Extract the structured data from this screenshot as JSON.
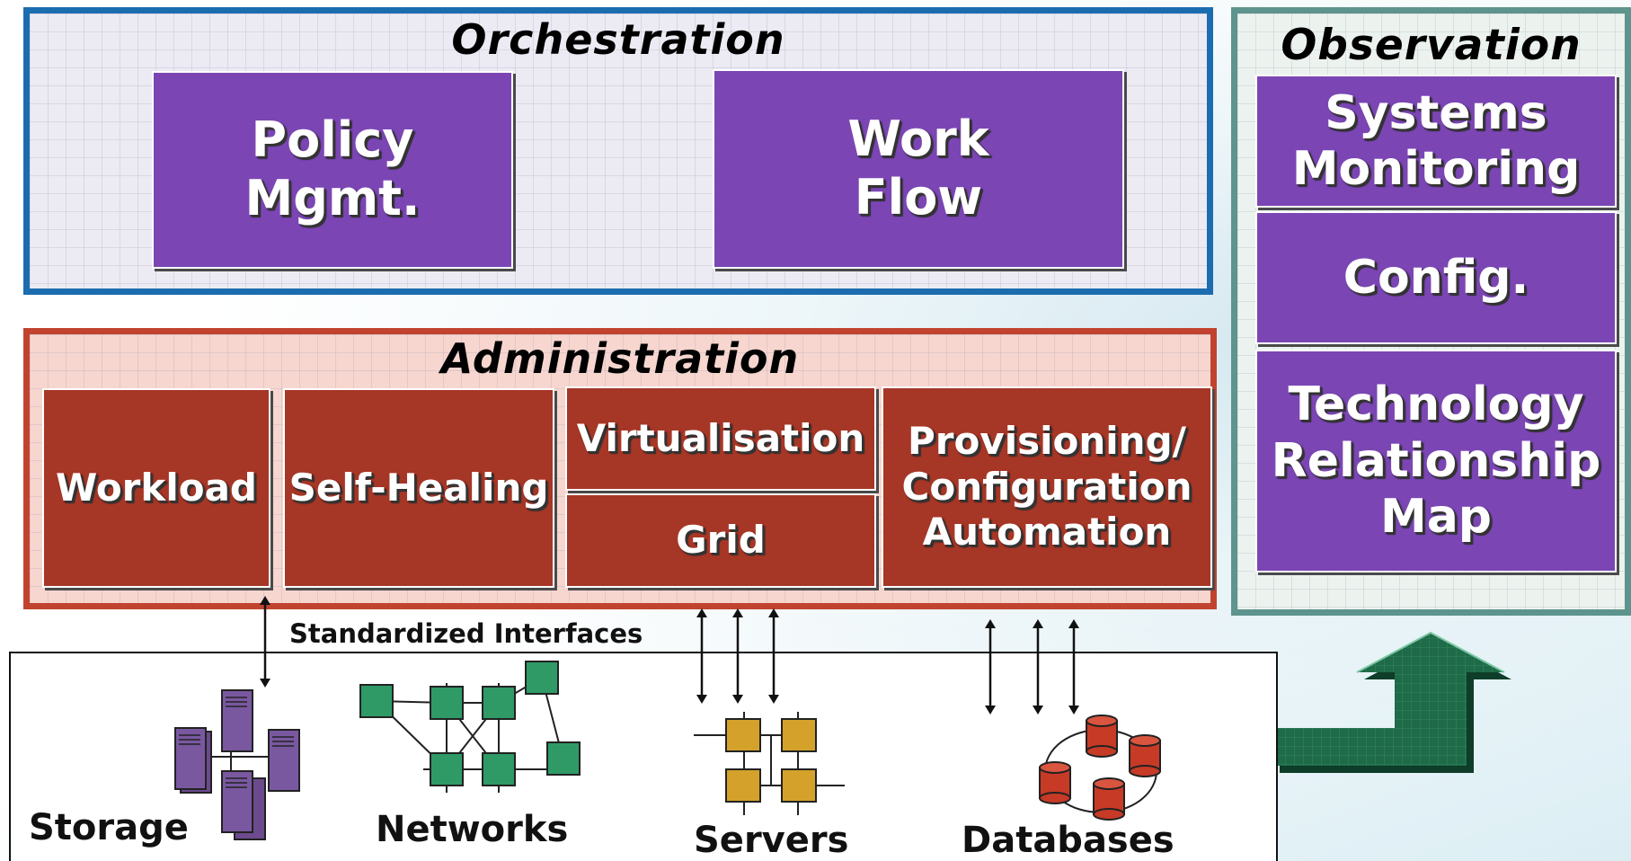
{
  "orchestration": {
    "title": "Orchestration",
    "boxes": [
      "Policy\nMgmt.",
      "Work\nFlow"
    ]
  },
  "administration": {
    "title": "Administration",
    "boxes": {
      "workload": "Workload",
      "self_healing": "Self-Healing",
      "virtualisation": "Virtualisation",
      "grid": "Grid",
      "provisioning": "Provisioning/\nConfiguration\nAutomation"
    }
  },
  "observation": {
    "title": "Observation",
    "boxes": [
      "Systems\nMonitoring",
      "Config.",
      "Technology\nRelationship\nMap"
    ]
  },
  "interfaces_label": "Standardized Interfaces",
  "resources": [
    "Storage",
    "Networks",
    "Servers",
    "Databases"
  ],
  "colors": {
    "orchestration_border": "#1c6cb0",
    "administration_border": "#c1432f",
    "observation_border": "#5e948d",
    "purple_box": "#7b46b4",
    "rust_box": "#a63626",
    "storage_icon": "#6b4a8e",
    "network_node": "#2f9a66",
    "server_node": "#d4a22a",
    "database_icon": "#c63a26",
    "arrow_green": "#1f6a48"
  },
  "icons": [
    "storage-icon",
    "network-icon",
    "server-icon",
    "database-icon",
    "up-arrow-icon"
  ]
}
